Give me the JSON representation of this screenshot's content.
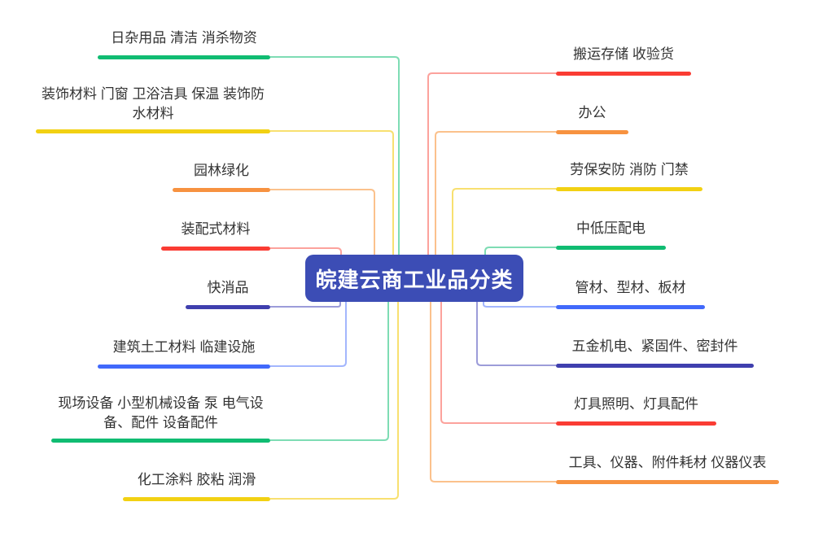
{
  "page": {
    "background": "#FFFFFF",
    "label_text_color": "#333333"
  },
  "center": {
    "title": "皖建云商工业品分类",
    "bg": "#3C4DB5",
    "text_color": "#FFFFFF"
  },
  "palette": {
    "green": "#10BC72",
    "yellow": "#F2D113",
    "orange": "#F79240",
    "red": "#FA3C33",
    "indigo": "#3F3FAE",
    "blue": "#4169FB"
  },
  "branches": [
    {
      "side": "left",
      "label": "日杂用品 清洁 消杀物资",
      "color_name": "green",
      "color": "#10BC72",
      "tint": "#7EDCB4"
    },
    {
      "side": "left",
      "label": "装饰材料 门窗 卫浴洁具 保温 装饰防水材料",
      "color_name": "yellow",
      "color": "#F2D113",
      "tint": "#F8E070"
    },
    {
      "side": "left",
      "label": "园林绿化",
      "color_name": "orange",
      "color": "#F79240",
      "tint": "#FBC18C"
    },
    {
      "side": "left",
      "label": "装配式材料",
      "color_name": "red",
      "color": "#FA3C33",
      "tint": "#FCA29C"
    },
    {
      "side": "left",
      "label": "快消品",
      "color_name": "indigo",
      "color": "#3F3FAE",
      "tint": "#9C9CD9"
    },
    {
      "side": "left",
      "label": "建筑土工材料 临建设施",
      "color_name": "blue",
      "color": "#4169FB",
      "tint": "#A3B6FD"
    },
    {
      "side": "left",
      "label": "现场设备 小型机械设备 泵 电气设备、配件 设备配件",
      "color_name": "green",
      "color": "#10BC72",
      "tint": "#7EDCB4"
    },
    {
      "side": "left",
      "label": "化工涂料 胶粘 润滑",
      "color_name": "yellow",
      "color": "#F2D113",
      "tint": "#F8E070"
    },
    {
      "side": "right",
      "label": "搬运存储 收验货",
      "color_name": "red",
      "color": "#FA3C33",
      "tint": "#FCA29C"
    },
    {
      "side": "right",
      "label": "办公",
      "color_name": "orange",
      "color": "#F79240",
      "tint": "#FBC18C"
    },
    {
      "side": "right",
      "label": "劳保安防 消防 门禁",
      "color_name": "yellow",
      "color": "#F2D113",
      "tint": "#F8E070"
    },
    {
      "side": "right",
      "label": "中低压配电",
      "color_name": "green",
      "color": "#10BC72",
      "tint": "#7EDCB4"
    },
    {
      "side": "right",
      "label": "管材、型材、板材",
      "color_name": "blue",
      "color": "#4169FB",
      "tint": "#A3B6FD"
    },
    {
      "side": "right",
      "label": "五金机电、紧固件、密封件",
      "color_name": "indigo",
      "color": "#3F3FAE",
      "tint": "#9C9CD9"
    },
    {
      "side": "right",
      "label": "灯具照明、灯具配件",
      "color_name": "red",
      "color": "#FA3C33",
      "tint": "#FCA29C"
    },
    {
      "side": "right",
      "label": "工具、仪器、附件耗材 仪器仪表",
      "color_name": "orange",
      "color": "#F79240",
      "tint": "#FBC18C"
    }
  ]
}
